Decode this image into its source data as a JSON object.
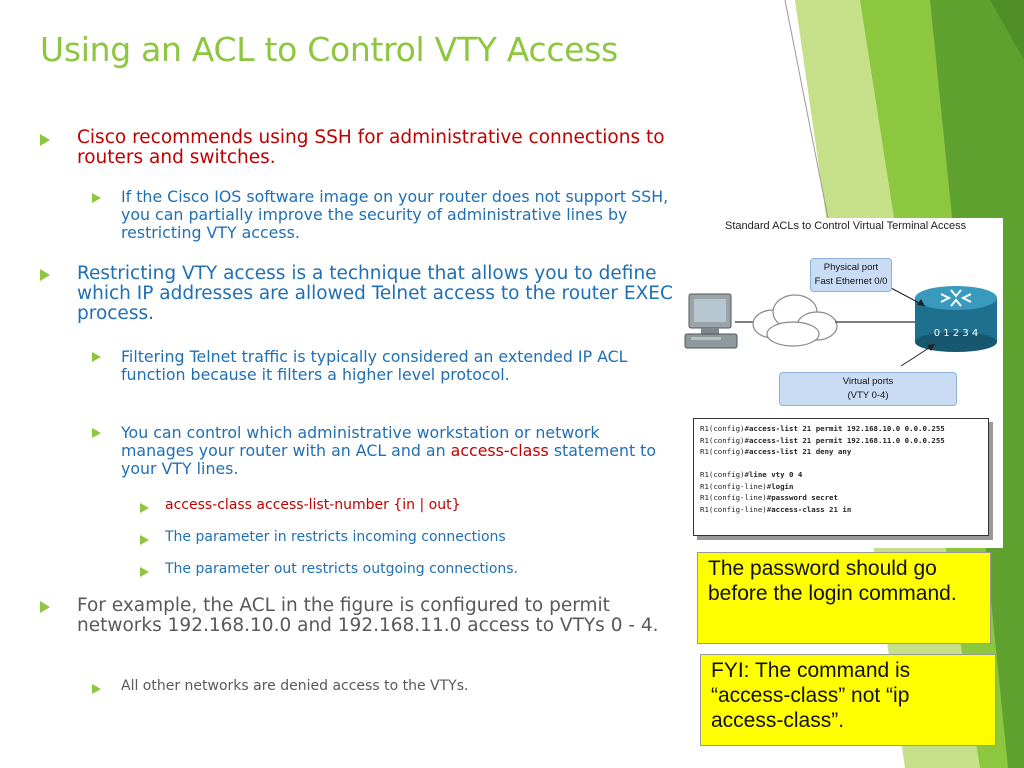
{
  "slide": {
    "title": "Using an ACL to Control VTY Access",
    "colors": {
      "accent": "#8dc63f",
      "red_text": "#c00000",
      "blue_text": "#1f6fb5",
      "gray_text": "#595959",
      "callout_bg": "#ffff00"
    }
  },
  "bullets": {
    "b1": "Cisco recommends using SSH for administrative connections to routers and switches.",
    "b1_1": "If the Cisco IOS software image on your router does not support SSH, you can partially improve the security of administrative lines by restricting VTY access.",
    "b2": "Restricting VTY access is a technique that allows you to define which IP addresses are allowed Telnet access to the router EXEC process.",
    "b2_1": "Filtering Telnet traffic is typically considered an extended IP ACL function because it filters a higher level protocol.",
    "b2_2_a": "You can control which administrative workstation or network manages your router with an ACL and an ",
    "b2_2_b": "access-class",
    "b2_2_c": " statement to your VTY lines.",
    "b2_2_1": "access-class access-list-number {in | out}",
    "b2_2_2": "The parameter in restricts incoming connections",
    "b2_2_3": "The parameter out restricts outgoing connections.",
    "b3": "For example, the ACL in the figure is configured to permit networks 192.168.10.0 and 192.168.11.0 access to VTYs 0 - 4.",
    "b3_1": "All other networks are denied access to the VTYs."
  },
  "figure": {
    "title": "Standard ACLs to Control Virtual Terminal Access",
    "physical_port_line1": "Physical port",
    "physical_port_line2": "Fast Ethernet 0/0",
    "router_ports": "0  1  2  3  4",
    "virtual_ports_line1": "Virtual ports",
    "virtual_ports_line2": "(VTY 0-4)",
    "terminal": {
      "l1_prompt": "R1(config)#",
      "l1_cmd": "access-list 21 permit 192.168.10.0 0.0.0.255",
      "l2_prompt": "R1(config)#",
      "l2_cmd": "access-list 21 permit 192.168.11.0 0.0.0.255",
      "l3_prompt": "R1(config)#",
      "l3_cmd": "access-list 21 deny any",
      "l4_prompt": "R1(config)#",
      "l4_cmd": "line vty 0 4",
      "l5_prompt": "R1(config-line)#",
      "l5_cmd": "login",
      "l6_prompt": "R1(config-line)#",
      "l6_cmd": "password secret",
      "l7_prompt": "R1(config-line)#",
      "l7_cmd": "access-class 21 in"
    }
  },
  "callouts": {
    "password_note": "The password should go before the login command.",
    "fyi_note": "FYI: The command is “access-class” not “ip access-class”."
  },
  "icons": [
    "bullet-arrow-icon",
    "workstation-icon",
    "cloud-icon",
    "router-icon"
  ]
}
